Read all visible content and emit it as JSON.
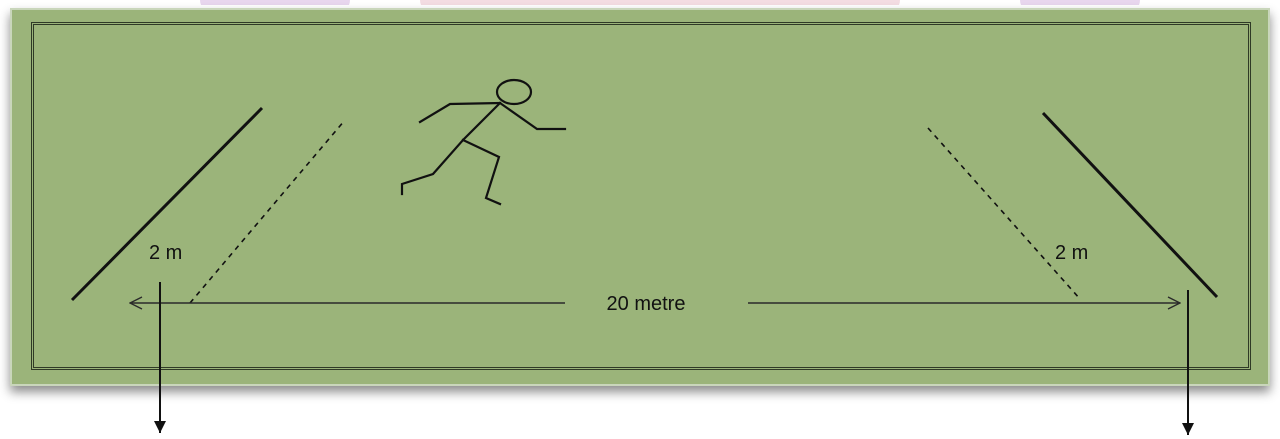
{
  "diagram": {
    "distance_label": "20 metre",
    "left_zone_label": "2 m",
    "right_zone_label": "2 m"
  },
  "colors": {
    "field": "#9bb47a",
    "frame_border": "#2f3a26",
    "ink": "#111111"
  },
  "icons": {
    "runner": "runner-stick-figure"
  }
}
